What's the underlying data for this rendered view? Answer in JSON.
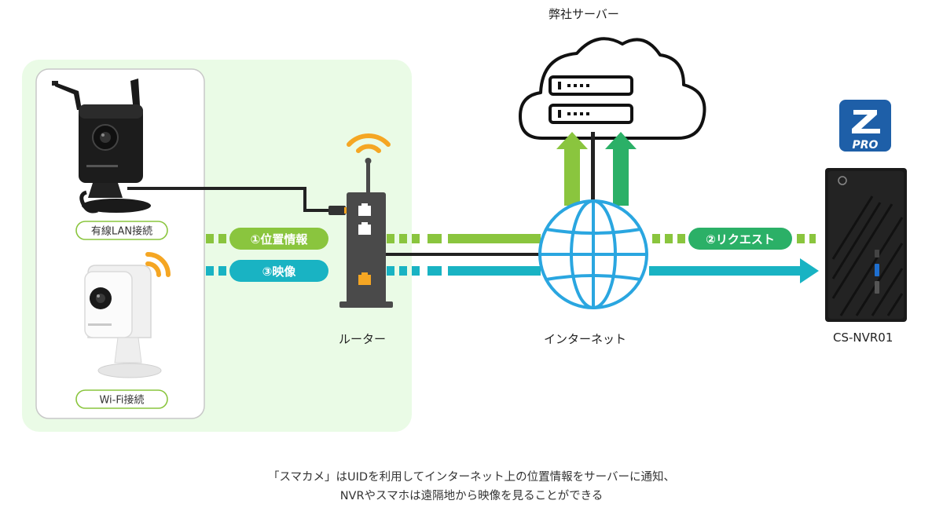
{
  "labels": {
    "server": "弊社サーバー",
    "router": "ルーター",
    "internet": "インターネット",
    "nvr": "CS-NVR01"
  },
  "badges": {
    "wired": "有線LAN接続",
    "wifi": "Wi-Fi接続"
  },
  "pills": {
    "location": "①位置情報",
    "video": "③映像",
    "request": "②リクエスト"
  },
  "logo": {
    "text": "PRO"
  },
  "caption": {
    "line1": "「スマカメ」はUIDを利用してインターネット上の位置情報をサーバーに通知、",
    "line2": "NVRやスマホは遠隔地から映像を見ることができる"
  },
  "colors": {
    "green": "#8ac53e",
    "teal": "#19b3c3",
    "darkgreen": "#2bb067",
    "zone": "#eafbe6",
    "orange": "#f5a623",
    "globe": "#2aa6e0",
    "logo": "#1e5fa8"
  }
}
